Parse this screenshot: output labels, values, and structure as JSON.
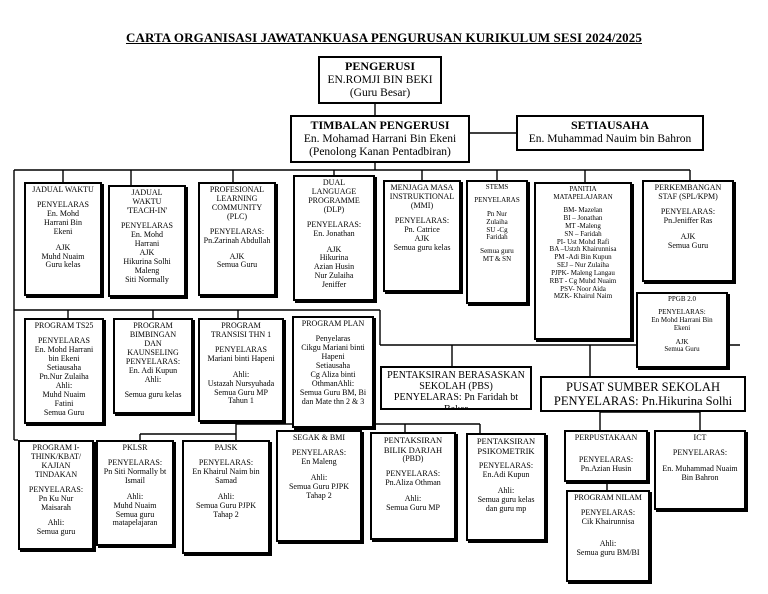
{
  "title": "CARTA ORGANISASI JAWATANKUASA PENGURUSAN KURIKULUM SESI 2024/2025",
  "top": {
    "heading": "PENGERUSI",
    "name": "EN.ROMJI BIN BEKI",
    "role": "(Guru Besar)"
  },
  "deputy": {
    "heading": "TIMBALAN PENGERUSI",
    "name": "En. Mohamad Harrani Bin Ekeni",
    "role": "(Penolong Kanan Pentadbiran)"
  },
  "secretary": {
    "heading": "SETIAUSAHA",
    "name": "En. Muhammad Nauim bin Bahron"
  },
  "row1": [
    {
      "id": "jadual-waktu",
      "lines": [
        "JADUAL WAKTU",
        "",
        "PENYELARAS",
        "En. Mohd",
        "Harrani Bin",
        "Ekeni",
        "",
        "AJK",
        "Muhd Nuaim",
        "Guru kelas"
      ]
    },
    {
      "id": "jadual-teach-in",
      "lines": [
        "JADUAL",
        "WAKTU",
        "'TEACH-IN'",
        "",
        "PENYELARAS",
        "En. Mohd",
        "Harrani",
        "AJK",
        "Hikurina Solhi",
        "Maleng",
        "Siti Normally"
      ]
    },
    {
      "id": "plc",
      "lines": [
        "PROFESIONAL",
        "LEARNING",
        "COMMUNITY",
        "(PLC)",
        "",
        "PENYELARAS:",
        "Pn.Zarinah Abdullah",
        "",
        "AJK",
        "Semua Guru"
      ]
    },
    {
      "id": "dlp",
      "lines": [
        "DUAL",
        "LANGUAGE",
        "PROGRAMME",
        "(DLP)",
        "",
        "PENYELARAS:",
        "En. Jonathan",
        "",
        "AJK",
        "Hikurina",
        "Azian Husin",
        "Nur Zulaiha",
        "Jeniffer"
      ]
    },
    {
      "id": "mmi",
      "lines": [
        "MENJAGA MASA",
        "INSTRUKTIONAL",
        "(MMI)",
        "",
        "PENYELARAS:",
        "Pn. Catrice",
        "AJK",
        "Semua guru kelas"
      ]
    },
    {
      "id": "stems",
      "lines": [
        "STEMS",
        "",
        "PENYELARAS",
        "",
        "Pn Nur",
        "Zulaiha",
        "SU -Cg",
        "Faridah",
        "",
        "Semua guru",
        "MT & SN"
      ]
    },
    {
      "id": "panitia",
      "lines": [
        "PANITIA",
        "MATAPELAJARAN",
        "",
        "BM- Mazelan",
        "BI – Jonathan",
        "MT -Maleng",
        "SN – Faridah",
        "PI- Ust Mohd Rafi",
        "BA –Ustzh Khairunnisa",
        "PM -Adi Bin Kupun",
        "SEJ – Nur Zulaiha",
        "PJPK- Maleng Langau",
        "RBT - Cg Muhd Nuaim",
        "PSV- Noor Aida",
        "MZK- Khairul Naim"
      ]
    },
    {
      "id": "perkembangan-staf",
      "lines": [
        "PERKEMBANGAN",
        "STAF (SPL/KPM)",
        "",
        "PENYELARAS:",
        "Pn.Jeniffer Ras",
        "",
        "AJK",
        "Semua Guru"
      ]
    }
  ],
  "ppgb": {
    "lines": [
      "PPGB 2.0",
      "",
      "PENYELARAS:",
      "En Mohd Harrani Bin",
      "Ekeni",
      "",
      "AJK",
      "Semua Guru"
    ]
  },
  "row2": [
    {
      "id": "program-ts25",
      "lines": [
        "PROGRAM TS25",
        "",
        "PENYELARAS",
        "En. Mohd Harrani",
        "bin Ekeni",
        "Setiausaha",
        "Pn.Nur Zulaiha",
        "Ahli:",
        "Muhd Nuaim",
        "Fatini",
        "Semua Guru"
      ]
    },
    {
      "id": "program-bimbingan",
      "lines": [
        "PROGRAM",
        "BIMBINGAN",
        "DAN",
        "KAUNSELING",
        "PENYELARAS:",
        "En. Adi Kupun",
        "Ahli:",
        "",
        "Semua guru kelas"
      ]
    },
    {
      "id": "program-transisi",
      "lines": [
        "PROGRAM",
        "TRANSISI THN 1",
        "",
        "PENYELARAS",
        "Mariani binti Hapeni",
        "",
        "Ahli:",
        "Ustazah Nursyuhada",
        "Semua Guru MP",
        "Tahun 1"
      ]
    },
    {
      "id": "program-plan",
      "lines": [
        "PROGRAM  PLAN",
        "",
        "Penyelaras",
        "Cikgu Mariani binti",
        "Hapeni",
        "Setiausaha",
        "Cg Aliza binti",
        "OthmanAhli:",
        "Semua Guru BM, Bi",
        "dan Mate thn 2 & 3"
      ]
    }
  ],
  "pbs": {
    "heading": "PENTAKSIRAN BERASASKAN",
    "heading2": "SEKOLAH (PBS)",
    "penyelaras": "PENYELARAS: Pn Faridah bt Bakar"
  },
  "pss": {
    "heading": "PUSAT  SUMBER SEKOLAH",
    "penyelaras": "PENYELARAS: Pn.Hikurina Solhi"
  },
  "row3": [
    {
      "id": "program-i-think",
      "lines": [
        "PROGRAM  I-",
        "THINK/KBAT/",
        "KAJIAN",
        "TINDAKAN",
        "",
        "PENYELARAS:",
        "Pn Ku Nur",
        "Maisarah",
        "",
        "Ahli:",
        "Semua guru"
      ]
    },
    {
      "id": "pklsr",
      "lines": [
        "PKLSR",
        "",
        "PENYELARAS:",
        "Pn Siti Normally bt",
        "Ismail",
        "",
        "Ahli:",
        "Muhd Nuaim",
        "Semua guru",
        "matapelajaran"
      ]
    },
    {
      "id": "pajsk",
      "lines": [
        "PAJSK",
        "",
        "PENYELARAS:",
        "En Khairul Naim bin",
        "Samad",
        "",
        "Ahli:",
        "Semua Guru PJPK",
        "Tahap 2"
      ]
    },
    {
      "id": "segak-bmi",
      "lines": [
        "SEGAK & BMI",
        "",
        "PENYELARAS:",
        "En Maleng",
        "",
        "Ahli:",
        "Semua Guru PJPK",
        "Tahap 2"
      ]
    },
    {
      "id": "pbd",
      "lines": [
        "PENTAKSIRAN",
        "BILIK DARJAH",
        "(PBD)",
        "",
        "PENYELARAS:",
        "Pn.Aliza Othman",
        "",
        "Ahli:",
        "Semua Guru MP"
      ]
    },
    {
      "id": "psikometrik",
      "lines": [
        "PENTAKSIRAN",
        "PSIKOMETRIK",
        "",
        "PENYELARAS:",
        "En.Adi Kupun",
        "",
        "Ahli:",
        "Semua guru kelas",
        "dan guru mp"
      ]
    },
    {
      "id": "perpustakaan",
      "lines": [
        "PERPUSTAKAAN",
        "",
        "",
        "PENYELARAS:",
        "Pn.Azian Husin"
      ]
    },
    {
      "id": "ict",
      "lines": [
        "ICT",
        "",
        "PENYELARAS:",
        "",
        "En. Muhammad Nuaim",
        "Bin Bahron"
      ]
    },
    {
      "id": "program-nilam",
      "lines": [
        "PROGRAM NILAM",
        "",
        "PENYELARAS:",
        "Cik Khairunnisa",
        "",
        "",
        "Ahli:",
        "Semua guru BM/BI"
      ]
    }
  ]
}
